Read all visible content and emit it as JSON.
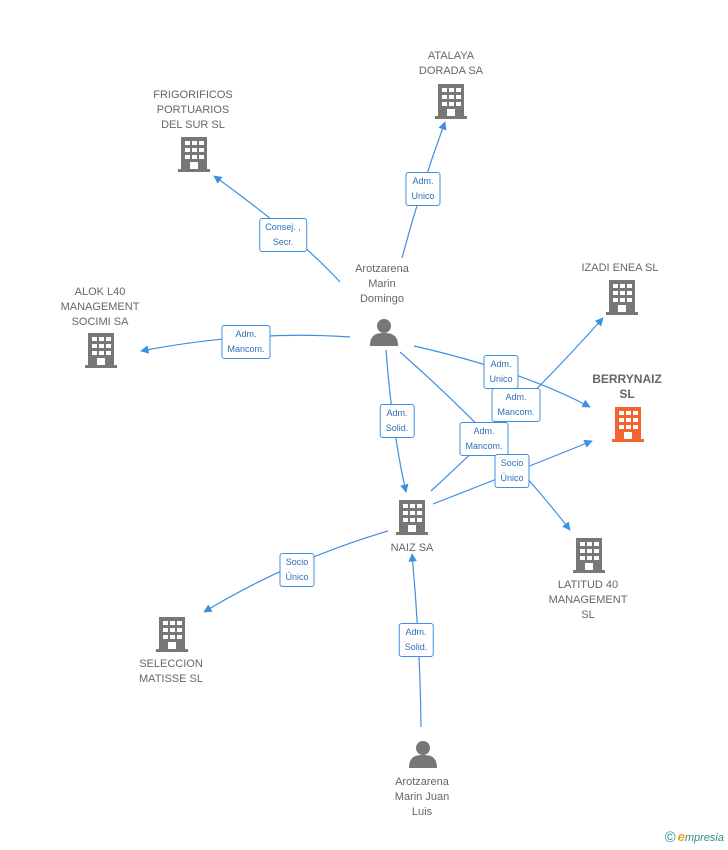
{
  "colors": {
    "company": "#777777",
    "highlight": "#f26430",
    "person": "#777777",
    "edge": "#3f8fe0"
  },
  "nodes": {
    "atalaya": {
      "label": "ATALAYA\nDORADA SA",
      "type": "company"
    },
    "frigorificos": {
      "label": "FRIGORIFICOS\nPORTUARIOS\nDEL SUR  SL",
      "type": "company"
    },
    "izadi": {
      "label": "IZADI ENEA  SL",
      "type": "company"
    },
    "alok": {
      "label": "ALOK L40\nMANAGEMENT\nSOCIMI SA",
      "type": "company"
    },
    "berrynaiz": {
      "label": "BERRYNAIZ\nSL",
      "type": "company-highlight"
    },
    "naiz": {
      "label": "NAIZ SA",
      "type": "company"
    },
    "latitud": {
      "label": "LATITUD 40\nMANAGEMENT\nSL",
      "type": "company"
    },
    "seleccion": {
      "label": "SELECCION\nMATISSE SL",
      "type": "company"
    },
    "domingo": {
      "label": "Arotzarena\nMarin\nDomingo",
      "type": "person"
    },
    "juanluis": {
      "label": "Arotzarena\nMarin Juan\nLuis",
      "type": "person"
    }
  },
  "edges": [
    {
      "from": "domingo",
      "to": "atalaya",
      "label": "Adm.\nUnico"
    },
    {
      "from": "domingo",
      "to": "frigorificos",
      "label": "Consej. ,\nSecr."
    },
    {
      "from": "domingo",
      "to": "alok",
      "label": "Adm.\nMancom."
    },
    {
      "from": "domingo",
      "to": "naiz",
      "label": "Adm.\nSolid."
    },
    {
      "from": "domingo",
      "to": "berrynaiz",
      "label": "Adm.\nUnico"
    },
    {
      "from": "domingo",
      "to": "latitud",
      "label": "Adm.\nMancom."
    },
    {
      "from": "naiz",
      "to": "izadi",
      "label": "Adm.\nMancom."
    },
    {
      "from": "naiz",
      "to": "berrynaiz",
      "label": "Socio\nÚnico"
    },
    {
      "from": "naiz",
      "to": "seleccion",
      "label": "Socio\nÚnico"
    },
    {
      "from": "juanluis",
      "to": "naiz",
      "label": "Adm.\nSolid."
    }
  ],
  "brand": {
    "symbol": "©",
    "initial": "e",
    "rest": "mpresia"
  }
}
